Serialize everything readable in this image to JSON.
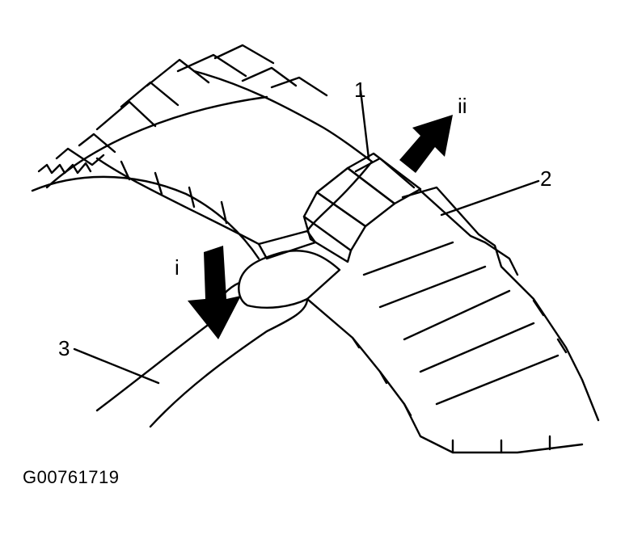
{
  "figure": {
    "callouts": {
      "c1": "1",
      "c2": "2",
      "c3": "3",
      "arrow_i": "i",
      "arrow_ii": "ii"
    },
    "reference_code": "G00761719",
    "colors": {
      "ink": "#000000",
      "paper": "#ffffff"
    }
  }
}
